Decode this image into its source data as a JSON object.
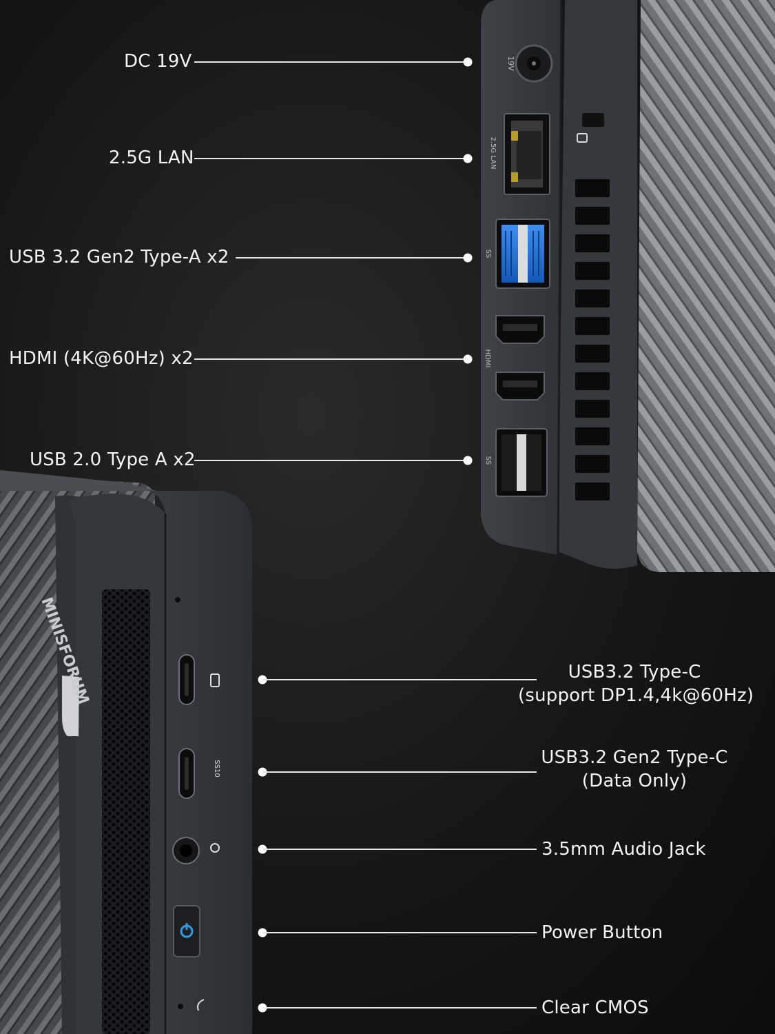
{
  "top_device": {
    "port_labels": {
      "dc": "19V",
      "lan": "2.5G LAN",
      "usb_a_gen2": "SS",
      "hdmi": "HDMI",
      "usb2": "SS"
    }
  },
  "bottom_device": {
    "brand_text": "MINISFORUM",
    "usb_c_data_mark": "SS10"
  },
  "callouts_left": [
    {
      "text": "DC 19V"
    },
    {
      "text": "2.5G LAN"
    },
    {
      "text": "USB 3.2 Gen2 Type-A x2"
    },
    {
      "text": "HDMI (4K@60Hz) x2"
    },
    {
      "text": "USB 2.0 Type A x2"
    }
  ],
  "callouts_right": [
    {
      "line1": "USB3.2 Type-C",
      "line2": "(support DP1.4,4k@60Hz)"
    },
    {
      "line1": "USB3.2 Gen2 Type-C",
      "line2": "(Data Only)"
    },
    {
      "line1": "3.5mm Audio Jack"
    },
    {
      "line1": "Power Button"
    },
    {
      "line1": "Clear CMOS"
    }
  ],
  "colors": {
    "background": "#141414",
    "chassis": "#3a3d42",
    "usb3_blue": "#1e6fd1",
    "power_led": "#2f9ae6"
  }
}
